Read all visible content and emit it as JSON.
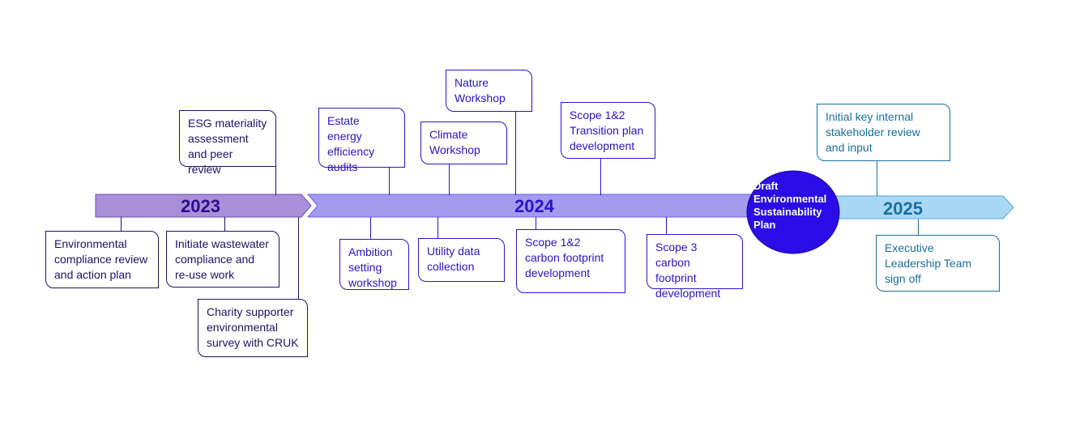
{
  "years": {
    "y2023": "2023",
    "y2024": "2024",
    "y2025": "2025"
  },
  "milestone": "Draft Environmental Sustainability Plan",
  "colors": {
    "arrow_2023": "#a88fd8",
    "arrow_2024": "#a49bf0",
    "arrow_2025": "#a9d8f5",
    "circle": "#2b0ce6",
    "text_2023": "#1e1266",
    "text_2024": "#2b14c9",
    "text_2025": "#1a6f9e"
  },
  "activities": {
    "esg": "ESG materiality assessment and peer review",
    "env_compliance": "Environmental compliance  review and action plan",
    "wastewater": "Initiate wastewater compliance and re-use work",
    "charity": "Charity supporter environmental survey with CRUK",
    "estate": "Estate energy efficiency audits",
    "climate": "Climate Workshop",
    "nature": "Nature Workshop",
    "transition": "Scope 1&2 Transition plan development",
    "ambition": "Ambition setting workshop",
    "utility": "Utility data collection",
    "footprint12": "Scope 1&2 carbon footprint development",
    "scope3": "Scope 3 carbon footprint development",
    "stakeholder": "Initial key internal stakeholder review and input",
    "exec": "Executive Leadership Team sign off"
  }
}
